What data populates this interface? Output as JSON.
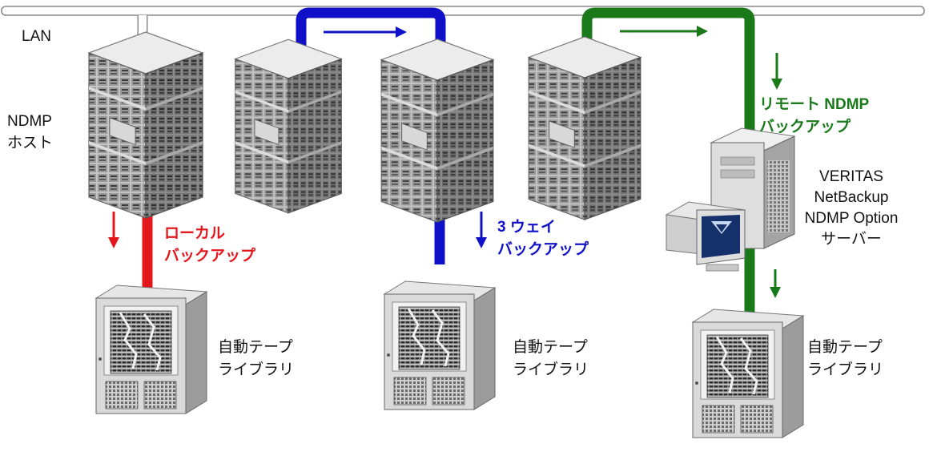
{
  "colors": {
    "local": "#e3161b",
    "three_way": "#1010c8",
    "remote": "#1a7a1a",
    "lan_pipe": "#ffffff",
    "lan_outline": "#888888"
  },
  "labels": {
    "lan": "LAN",
    "ndmp_host_line1": "NDMP",
    "ndmp_host_line2": "ホスト",
    "local_backup_line1": "ローカル",
    "local_backup_line2": "バックアップ",
    "threeway_backup_line1": "3  ウェイ",
    "threeway_backup_line2": "バックアップ",
    "remote_backup_line1": "リモート  NDMP",
    "remote_backup_line2": "バックアップ",
    "server_line1": "VERITAS",
    "server_line2": "NetBackup",
    "server_line3": "NDMP Option",
    "server_line4": "サーバー",
    "tape_library_line1": "自動テープ",
    "tape_library_line2": "ライブラリ"
  },
  "icons": [
    "server-rack-icon",
    "tape-library-icon",
    "backup-server-icon",
    "monitor-icon"
  ]
}
